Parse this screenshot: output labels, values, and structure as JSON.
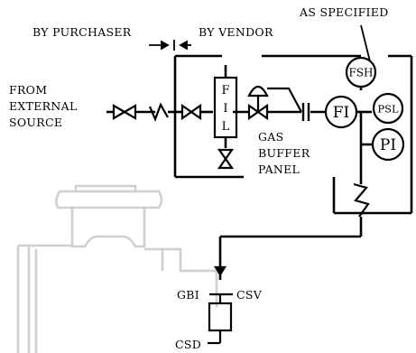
{
  "labels": {
    "by_purchaser": "BY PURCHASER",
    "by_vendor": "BY VENDOR",
    "as_specified": "AS SPECIFIED",
    "source_line1": "FROM",
    "source_line2": "EXTERNAL",
    "source_line3": "SOURCE",
    "panel_line1": "GAS",
    "panel_line2": "BUFFER",
    "panel_line3": "PANEL",
    "gbi": "GBI",
    "csv": "CSV",
    "csd": "CSD"
  },
  "instruments": {
    "fsh": "FSH",
    "fi": "FI",
    "psl": "PSL",
    "pi": "PI"
  },
  "filter": {
    "letters": [
      "F",
      "I",
      "L"
    ]
  },
  "colors": {
    "line": "#000000",
    "machine": "#cfcfcf",
    "background": "#ffffff"
  }
}
